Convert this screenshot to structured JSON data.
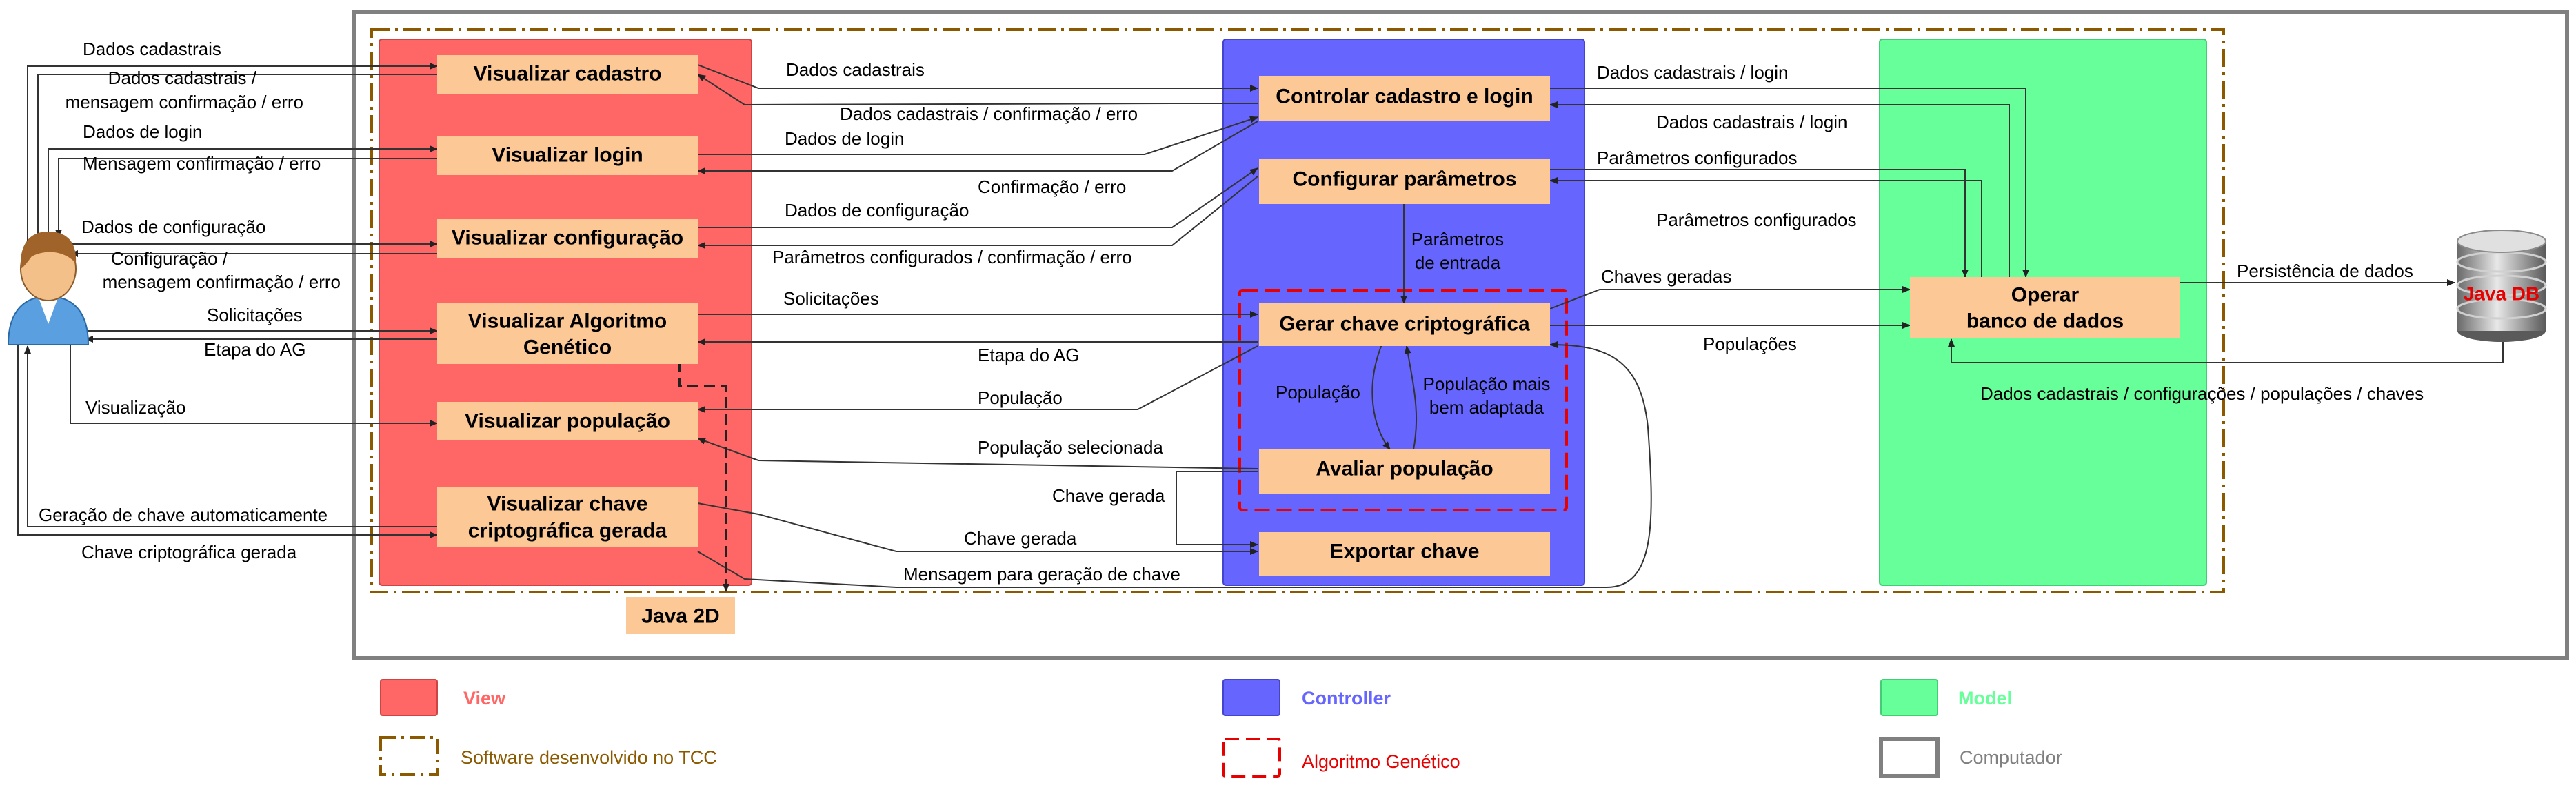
{
  "colors": {
    "view": "#ff6666",
    "controller": "#6666ff",
    "model": "#66ff99",
    "box": "#fcc896",
    "software_border": "#8b5a00",
    "ga_border": "#e60000",
    "computer_border": "#808080",
    "db_label": "#e60000"
  },
  "icons": {
    "user": "user-avatar-icon",
    "database": "database-cylinder-icon"
  },
  "boxes": {
    "visualizar_cadastro": [
      "Visualizar cadastro"
    ],
    "visualizar_login": [
      "Visualizar login"
    ],
    "visualizar_configuracao": [
      "Visualizar configuração"
    ],
    "visualizar_ag": [
      "Visualizar Algoritmo",
      "Genético"
    ],
    "visualizar_populacao": [
      "Visualizar população"
    ],
    "visualizar_chave": [
      "Visualizar chave",
      "criptográfica gerada"
    ],
    "controlar_cadastro": [
      "Controlar cadastro e login"
    ],
    "configurar_parametros": [
      "Configurar parâmetros"
    ],
    "gerar_chave": [
      "Gerar chave criptográfica"
    ],
    "avaliar_populacao": [
      "Avaliar população"
    ],
    "exportar_chave": [
      "Exportar chave"
    ],
    "operar_bd": [
      "Operar",
      "banco de dados"
    ],
    "java2d": [
      "Java 2D"
    ],
    "javadb": [
      "Java DB"
    ]
  },
  "labels": {
    "user_dados_cadastrais": [
      "Dados cadastrais"
    ],
    "user_dados_cadastrais_msg": [
      "Dados cadastrais /",
      "mensagem confirmação / erro"
    ],
    "user_dados_login": [
      "Dados de login"
    ],
    "user_msg_confirmacao": [
      "Mensagem confirmação / erro"
    ],
    "user_dados_configuracao": [
      "Dados de configuração"
    ],
    "user_configuracao_msg": [
      "Configuração /",
      "mensagem confirmação / erro"
    ],
    "user_solicitacoes": [
      "Solicitações"
    ],
    "user_etapa_ag": [
      "Etapa do AG"
    ],
    "user_visualizacao": [
      "Visualização"
    ],
    "user_geracao_chave": [
      "Geração de chave automaticamente"
    ],
    "user_chave_gerada": [
      "Chave criptográfica gerada"
    ],
    "vc_dados_cadastrais": [
      "Dados cadastrais"
    ],
    "vc_dados_cadastrais_conf": [
      "Dados cadastrais / confirmação / erro"
    ],
    "vc_dados_login": [
      "Dados de login"
    ],
    "vc_confirmacao_erro": [
      "Confirmação / erro"
    ],
    "vc_dados_configuracao": [
      "Dados de configuração"
    ],
    "vc_parametros_configurados": [
      "Parâmetros configurados / confirmação / erro"
    ],
    "vc_solicitacoes": [
      "Solicitações"
    ],
    "vc_etapa_ag": [
      "Etapa do AG"
    ],
    "vc_populacao": [
      "População"
    ],
    "vc_populacao_selecionada": [
      "População selecionada"
    ],
    "vc_chave_gerada_1": [
      "Chave gerada"
    ],
    "vc_chave_gerada_2": [
      "Chave gerada"
    ],
    "vc_mensagem_geracao": [
      "Mensagem para geração de chave"
    ],
    "ctrl_parametros_entrada": [
      "Parâmetros",
      "de entrada"
    ],
    "ctrl_populacao": [
      "População"
    ],
    "ctrl_populacao_adaptada": [
      "População mais",
      "bem adaptada"
    ],
    "cm_dados_login_1": [
      "Dados cadastrais / login"
    ],
    "cm_dados_login_2": [
      "Dados cadastrais / login"
    ],
    "cm_parametros_1": [
      "Parâmetros configurados"
    ],
    "cm_parametros_2": [
      "Parâmetros configurados"
    ],
    "cm_chaves_geradas": [
      "Chaves geradas"
    ],
    "cm_populacoes": [
      "Populações"
    ],
    "db_persistencia": [
      "Persistência de dados"
    ],
    "db_retorno": [
      "Dados cadastrais / configurações / populações / chaves"
    ]
  },
  "legend": {
    "view": "View",
    "controller": "Controller",
    "model": "Model",
    "software": "Software desenvolvido no TCC",
    "ga": "Algoritmo Genético",
    "computer": "Computador"
  }
}
